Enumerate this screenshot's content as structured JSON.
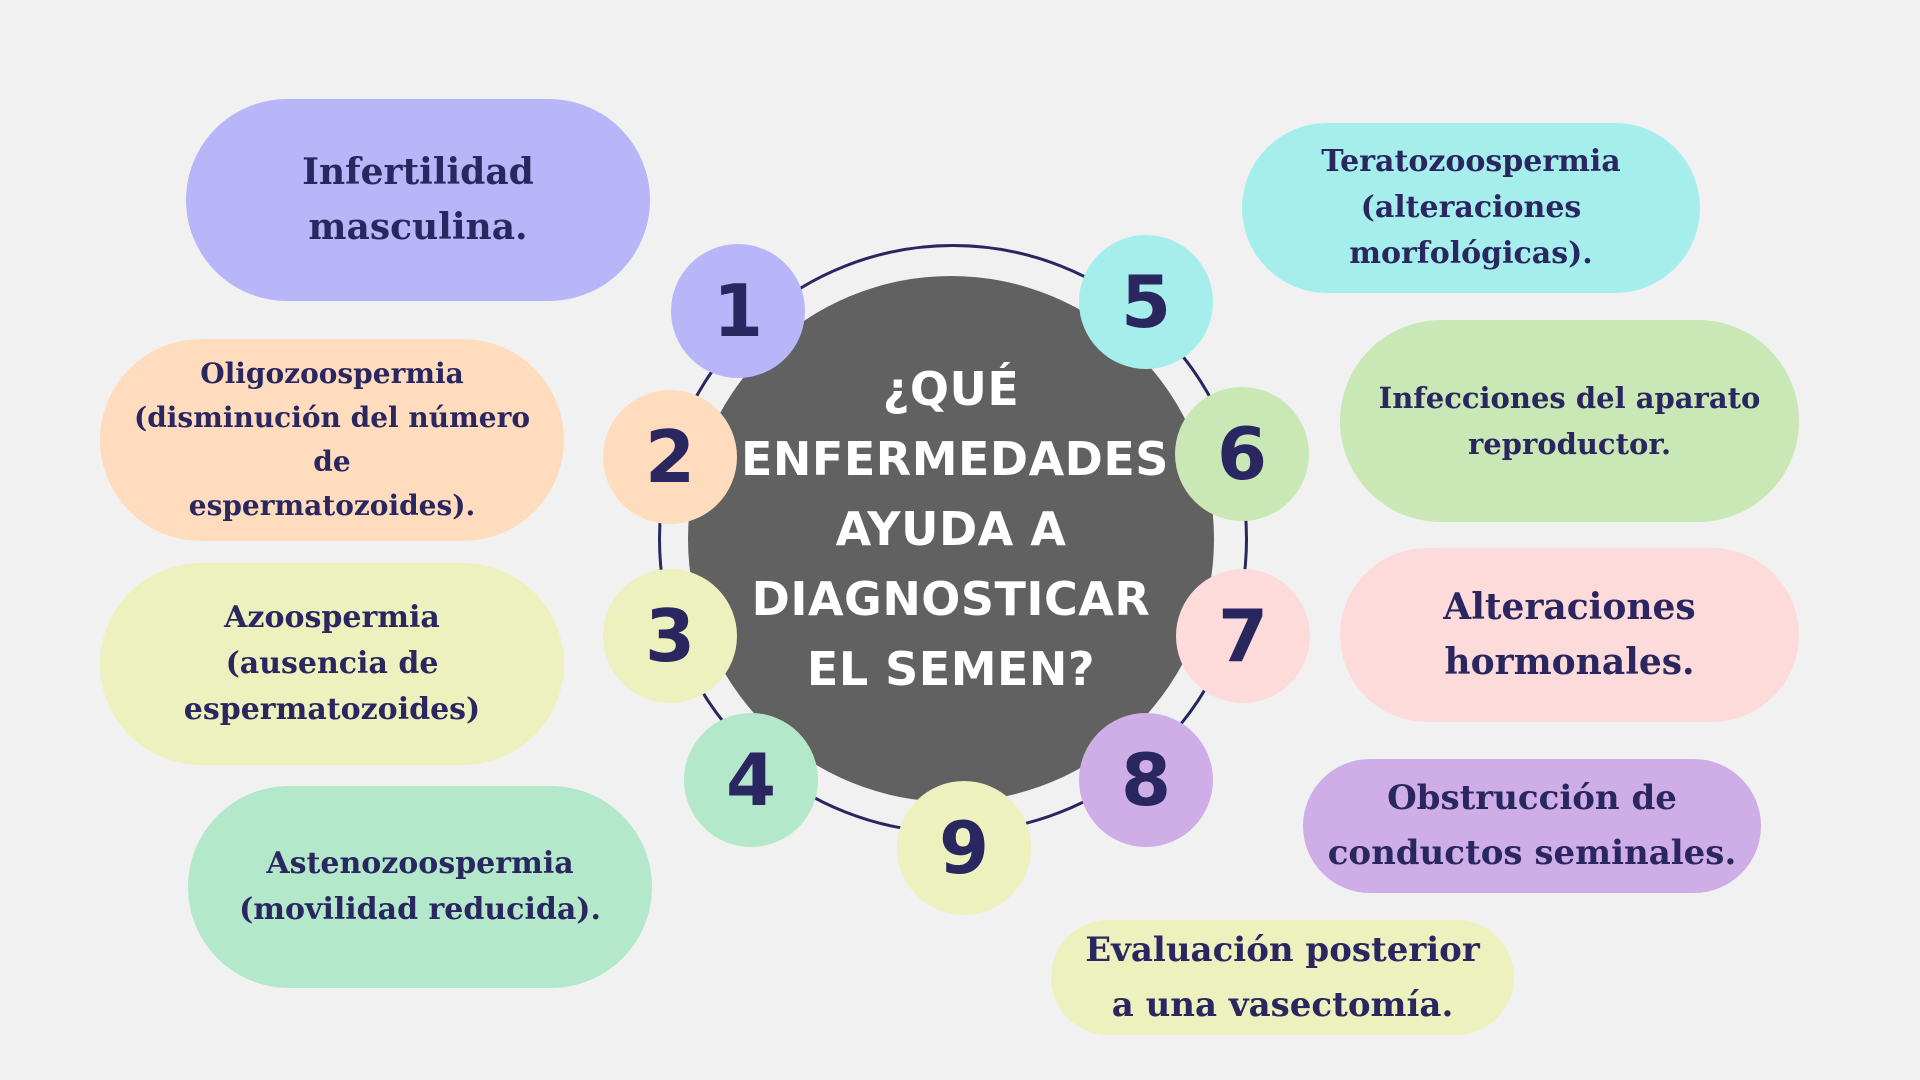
{
  "title": "¿QUÉ\nENFERMEDADES\nAYUDA A\nDIAGNOSTICAR\nEL SEMEN?",
  "colors": {
    "background": "#f1f1f1",
    "center": "#616161",
    "text_dark": "#2a2660",
    "ring": "#2a2660"
  },
  "items": [
    {
      "number": "1",
      "text": "Infertilidad\nmasculina.",
      "color": "#b9b5f9"
    },
    {
      "number": "2",
      "text": "Oligozoospermia\n(disminución del número de\nespermatozoides).",
      "color": "#fedcbd"
    },
    {
      "number": "3",
      "text": "Azoospermia\n(ausencia de\nespermatozoides)",
      "color": "#ecf1bd"
    },
    {
      "number": "4",
      "text": "Astenozoospermia\n(movilidad reducida).",
      "color": "#b3e8cb"
    },
    {
      "number": "5",
      "text": "Teratozoospermia\n(alteraciones\nmorfológicas).",
      "color": "#a6eeeb"
    },
    {
      "number": "6",
      "text": "Infecciones del aparato\nreproductor.",
      "color": "#c9e8b5"
    },
    {
      "number": "7",
      "text": "Alteraciones\nhormonales.",
      "color": "#fedbdb"
    },
    {
      "number": "8",
      "text": "Obstrucción de\nconductos seminales.",
      "color": "#cfaee8"
    },
    {
      "number": "9",
      "text": "Evaluación posterior\na una vasectomía.",
      "color": "#ecf1bd"
    }
  ]
}
